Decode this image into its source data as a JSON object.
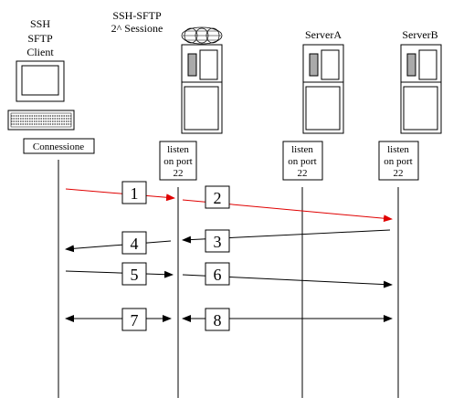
{
  "labels": {
    "client_line1": "SSH",
    "client_line2": "SFTP",
    "client_line3": "Client",
    "proxy_line1": "SSH-SFTP",
    "proxy_line2": "2^ Sessione",
    "server_a": "ServerA",
    "server_b": "ServerB"
  },
  "boxes": {
    "connessione": "Connessione",
    "listen_line1": "listen",
    "listen_line2": "on port",
    "listen_line3": "22"
  },
  "steps": {
    "s1": "1",
    "s2": "2",
    "s3": "3",
    "s4": "4",
    "s5": "5",
    "s6": "6",
    "s7": "7",
    "s8": "8"
  },
  "colors": {
    "line": "#000000",
    "highlight_arrow": "#e00000",
    "server_slot": "#aaaaaa"
  },
  "icons": [
    "computer-monitor-icon",
    "keyboard-icon",
    "server-tower-icon",
    "globe-logo-icon"
  ]
}
